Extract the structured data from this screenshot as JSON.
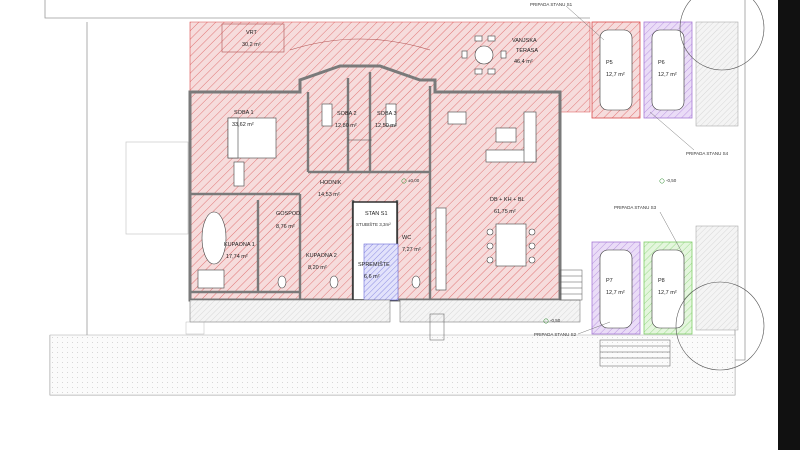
{
  "colors": {
    "hatch_red": "#d94a4a",
    "room_fill": "#f6dcdc",
    "wall": "#8a8a8a",
    "purple": "#a77bd6",
    "green": "#7fcf6a",
    "blue": "#6a6ad8",
    "page_bg": "#ffffff",
    "dark_edge": "#111111"
  },
  "rooms": {
    "vrt": {
      "name": "VRT",
      "area": "30,2 m²"
    },
    "terasa": {
      "name_line1": "VANJSKA",
      "name_line2": "TERASA",
      "area": "46,4 m²"
    },
    "soba1": {
      "name": "SOBA 1",
      "area": "33,62 m²"
    },
    "soba2": {
      "name": "SOBA 2",
      "area": "12,80 m²"
    },
    "soba3": {
      "name": "SOBA 3",
      "area": "12,50 m²"
    },
    "hodnik": {
      "name": "HODNIK",
      "area": "14,53 m²"
    },
    "dnevni": {
      "name": "DB + KH + BL",
      "area": "61,75 m²"
    },
    "kupaona1": {
      "name": "KUPAONA 1",
      "area": "17,74 m²"
    },
    "gospod": {
      "name": "GOSPOD.",
      "area": "8,76 m²"
    },
    "kupaona2": {
      "name": "KUPAONA 2",
      "area": "8,20 m²"
    },
    "spremiste": {
      "name": "SPREMIŠTE",
      "area": "6,6 m²"
    },
    "wc": {
      "name": "WC",
      "area": "7,27 m²"
    },
    "stan": {
      "name": "STAN S1",
      "sub": "STUBIŠTE 3,3m²"
    }
  },
  "parking": [
    {
      "id": "P5",
      "area": "12,7 m²",
      "color": "#d94a4a"
    },
    {
      "id": "P6",
      "area": "12,7 m²",
      "color": "#a77bd6"
    },
    {
      "id": "P7",
      "area": "12,7 m²",
      "color": "#a77bd6"
    },
    {
      "id": "P8",
      "area": "12,7 m²",
      "color": "#7fcf6a"
    }
  ],
  "labels": {
    "pripada_s1": "PRIPADA STANU S1",
    "pripada_s4": "PRIPADA STANU S4",
    "pripada_s3": "PRIPADA STANU S3",
    "pripada_s2": "PRIPADA STANU S2"
  },
  "level_marks": [
    "±0,00",
    "-0,50",
    "-0,50"
  ]
}
